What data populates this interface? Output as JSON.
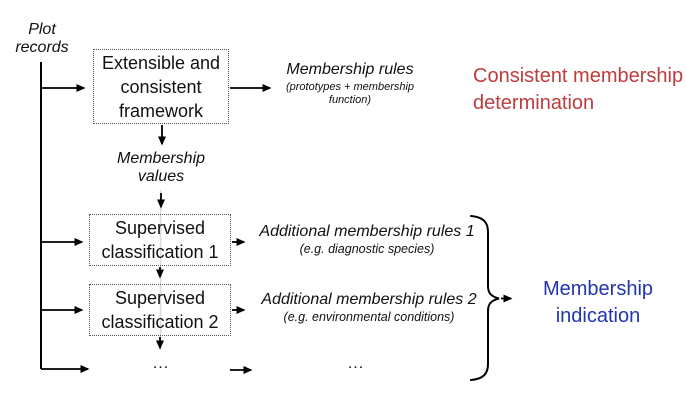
{
  "diagram": {
    "plot_records": "Plot records",
    "framework_box_label": "Extensible and consistent framework",
    "membership_rules_title": "Membership rules",
    "membership_rules_subtitle": "(prototypes + membership function)",
    "annotation_red": "Consistent membership determination",
    "membership_values": "Membership values",
    "supervised_1_label": "Supervised classification 1",
    "additional_rules_1_title": "Additional membership rules 1",
    "additional_rules_1_subtitle": "(e.g. diagnostic species)",
    "supervised_2_label": "Supervised classification 2",
    "additional_rules_2_title": "Additional membership rules 2",
    "additional_rules_2_subtitle": "(e.g. environmental conditions)",
    "ellipsis_classification": "...",
    "ellipsis_rules": "...",
    "annotation_blue": "Membership indication",
    "colors": {
      "red_annotation": "#BE3C3C",
      "blue_annotation": "#2334B0",
      "line_color": "#000000",
      "faint_line": "#D9D9D9"
    }
  }
}
